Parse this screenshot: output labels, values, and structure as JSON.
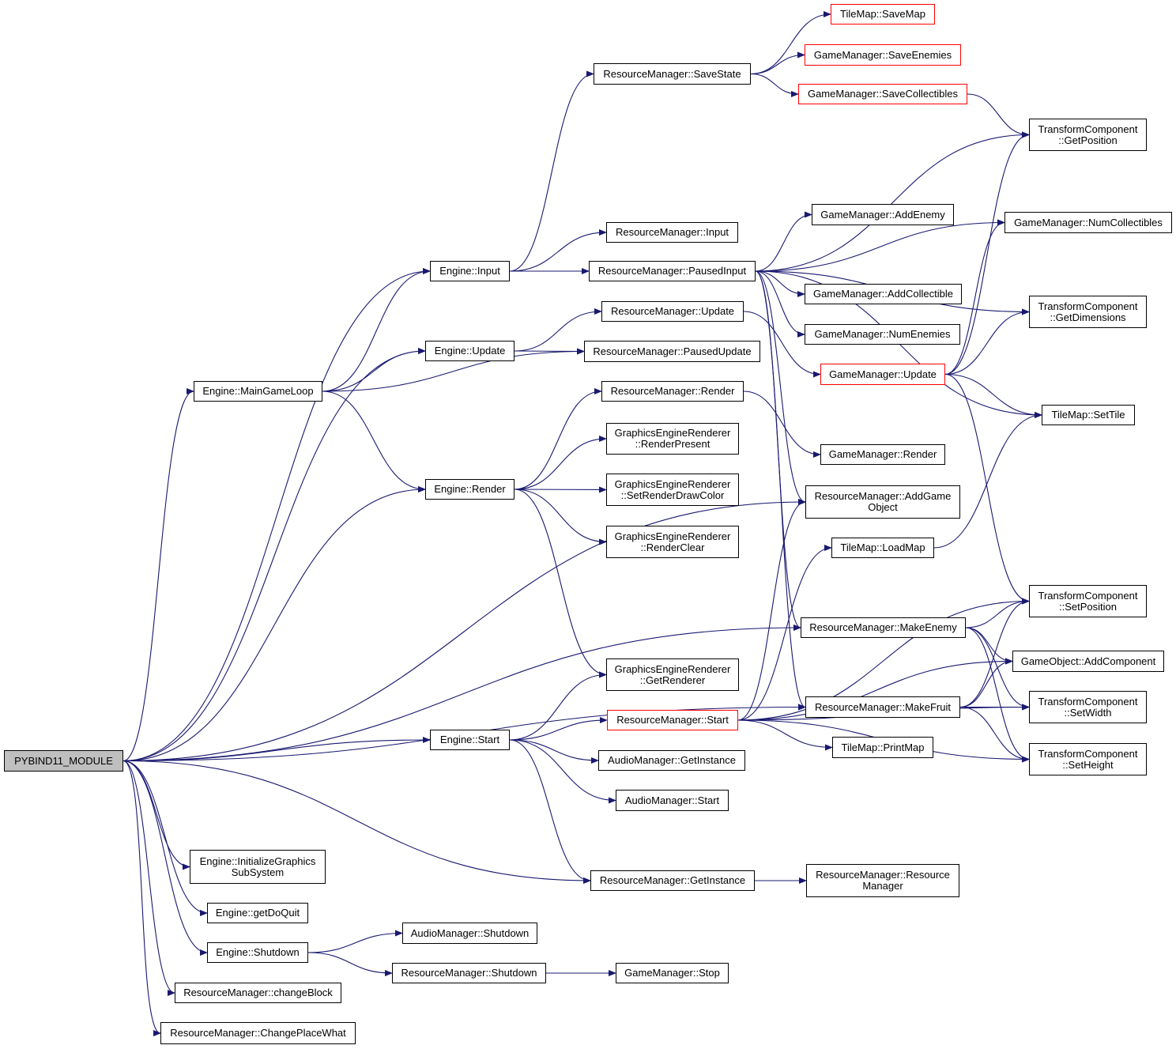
{
  "colors": {
    "edge": "#191970",
    "node_border": "#000000",
    "incomplete_border": "#ff0000",
    "root_fill": "#bfbfbf"
  },
  "nodes": {
    "pybind": "PYBIND11_MODULE",
    "mgl": "Engine::MainGameLoop",
    "einput": "Engine::Input",
    "eupdate": "Engine::Update",
    "erender": "Engine::Render",
    "estart": "Engine::Start",
    "einit": "Engine::InitializeGraphics\nSubSystem",
    "egetdoquit": "Engine::getDoQuit",
    "eshutdown": "Engine::Shutdown",
    "rmchangeblock": "ResourceManager::changeBlock",
    "rmchangeplace": "ResourceManager::ChangePlaceWhat",
    "rmsavestate": "ResourceManager::SaveState",
    "rminput": "ResourceManager::Input",
    "rmpausedinput": "ResourceManager::PausedInput",
    "rmupdate": "ResourceManager::Update",
    "rmpausedupdate": "ResourceManager::PausedUpdate",
    "rmrender": "ResourceManager::Render",
    "gerpresent": "GraphicsEngineRenderer\n::RenderPresent",
    "gersetcolor": "GraphicsEngineRenderer\n::SetRenderDrawColor",
    "gerclear": "GraphicsEngineRenderer\n::RenderClear",
    "gergetrenderer": "GraphicsEngineRenderer\n::GetRenderer",
    "rmstart": "ResourceManager::Start",
    "amgetinstance": "AudioManager::GetInstance",
    "amstart": "AudioManager::Start",
    "rmgetinstance": "ResourceManager::GetInstance",
    "amshutdown": "AudioManager::Shutdown",
    "rmshutdown": "ResourceManager::Shutdown",
    "gmstop": "GameManager::Stop",
    "tmsavemap": "TileMap::SaveMap",
    "gmsaveenemies": "GameManager::SaveEnemies",
    "gmsavecollectibles": "GameManager::SaveCollectibles",
    "gmaddenemy": "GameManager::AddEnemy",
    "gmaddcollectible": "GameManager::AddCollectible",
    "gmnumenemies": "GameManager::NumEnemies",
    "gmupdate": "GameManager::Update",
    "gmrender": "GameManager::Render",
    "rmaddgameobject": "ResourceManager::AddGame\nObject",
    "tmloadmap": "TileMap::LoadMap",
    "rmmakeenemy": "ResourceManager::MakeEnemy",
    "rmmakefruit": "ResourceManager::MakeFruit",
    "tmprintmap": "TileMap::PrintMap",
    "rmctor": "ResourceManager::Resource\nManager",
    "tcgetposition": "TransformComponent\n::GetPosition",
    "gmnumcollectibles": "GameManager::NumCollectibles",
    "tcgetdimensions": "TransformComponent\n::GetDimensions",
    "tmsettile": "TileMap::SetTile",
    "tcsetposition": "TransformComponent\n::SetPosition",
    "goaddcomponent": "GameObject::AddComponent",
    "tcsetwidth": "TransformComponent\n::SetWidth",
    "tcsetheight": "TransformComponent\n::SetHeight"
  },
  "incomplete_nodes": [
    "rmstart",
    "tmsavemap",
    "gmsaveenemies",
    "gmsavecollectibles",
    "gmupdate"
  ],
  "edges": [
    [
      "pybind",
      "einput"
    ],
    [
      "pybind",
      "eupdate"
    ],
    [
      "pybind",
      "mgl"
    ],
    [
      "pybind",
      "erender"
    ],
    [
      "pybind",
      "rmaddgameobject"
    ],
    [
      "pybind",
      "rmmakeenemy"
    ],
    [
      "pybind",
      "estart"
    ],
    [
      "pybind",
      "rmmakefruit"
    ],
    [
      "pybind",
      "rmgetinstance"
    ],
    [
      "pybind",
      "einit"
    ],
    [
      "pybind",
      "egetdoquit"
    ],
    [
      "pybind",
      "eshutdown"
    ],
    [
      "pybind",
      "rmchangeblock"
    ],
    [
      "pybind",
      "rmchangeplace"
    ],
    [
      "mgl",
      "einput"
    ],
    [
      "mgl",
      "eupdate"
    ],
    [
      "mgl",
      "rmpausedupdate"
    ],
    [
      "mgl",
      "erender"
    ],
    [
      "einput",
      "rmsavestate"
    ],
    [
      "einput",
      "rminput"
    ],
    [
      "einput",
      "rmpausedinput"
    ],
    [
      "eupdate",
      "rmupdate"
    ],
    [
      "eupdate",
      "rmpausedupdate"
    ],
    [
      "erender",
      "rmrender"
    ],
    [
      "erender",
      "gerpresent"
    ],
    [
      "erender",
      "gersetcolor"
    ],
    [
      "erender",
      "gerclear"
    ],
    [
      "erender",
      "gergetrenderer"
    ],
    [
      "estart",
      "gergetrenderer"
    ],
    [
      "estart",
      "rmstart"
    ],
    [
      "estart",
      "amgetinstance"
    ],
    [
      "estart",
      "amstart"
    ],
    [
      "estart",
      "rmgetinstance"
    ],
    [
      "eshutdown",
      "amshutdown"
    ],
    [
      "eshutdown",
      "rmshutdown"
    ],
    [
      "rmshutdown",
      "gmstop"
    ],
    [
      "rmgetinstance",
      "rmctor"
    ],
    [
      "rmsavestate",
      "tmsavemap"
    ],
    [
      "rmsavestate",
      "gmsaveenemies"
    ],
    [
      "rmsavestate",
      "gmsavecollectibles"
    ],
    [
      "gmsavecollectibles",
      "tcgetposition"
    ],
    [
      "rmpausedinput",
      "tcgetposition"
    ],
    [
      "rmpausedinput",
      "gmnumcollectibles"
    ],
    [
      "rmpausedinput",
      "gmaddenemy"
    ],
    [
      "rmpausedinput",
      "tcgetdimensions"
    ],
    [
      "rmpausedinput",
      "gmaddcollectible"
    ],
    [
      "rmpausedinput",
      "gmnumenemies"
    ],
    [
      "rmpausedinput",
      "tmsettile"
    ],
    [
      "rmpausedinput",
      "rmaddgameobject"
    ],
    [
      "rmpausedinput",
      "rmmakeenemy"
    ],
    [
      "rmpausedinput",
      "rmmakefruit"
    ],
    [
      "rmupdate",
      "gmupdate"
    ],
    [
      "rmrender",
      "gmrender"
    ],
    [
      "gmupdate",
      "tcgetposition"
    ],
    [
      "gmupdate",
      "gmnumcollectibles"
    ],
    [
      "gmupdate",
      "tcgetdimensions"
    ],
    [
      "gmupdate",
      "tmsettile"
    ],
    [
      "gmupdate",
      "tcsetposition"
    ],
    [
      "tmloadmap",
      "tmsettile"
    ],
    [
      "rmstart",
      "rmaddgameobject"
    ],
    [
      "rmstart",
      "tmloadmap"
    ],
    [
      "rmstart",
      "tcsetposition"
    ],
    [
      "rmstart",
      "goaddcomponent"
    ],
    [
      "rmstart",
      "tmprintmap"
    ],
    [
      "rmstart",
      "tcsetwidth"
    ],
    [
      "rmstart",
      "tcsetheight"
    ],
    [
      "rmmakeenemy",
      "tcsetposition"
    ],
    [
      "rmmakeenemy",
      "goaddcomponent"
    ],
    [
      "rmmakeenemy",
      "tcsetwidth"
    ],
    [
      "rmmakeenemy",
      "tcsetheight"
    ],
    [
      "rmmakefruit",
      "tcsetposition"
    ],
    [
      "rmmakefruit",
      "goaddcomponent"
    ],
    [
      "rmmakefruit",
      "tcsetwidth"
    ],
    [
      "rmmakefruit",
      "tcsetheight"
    ]
  ]
}
